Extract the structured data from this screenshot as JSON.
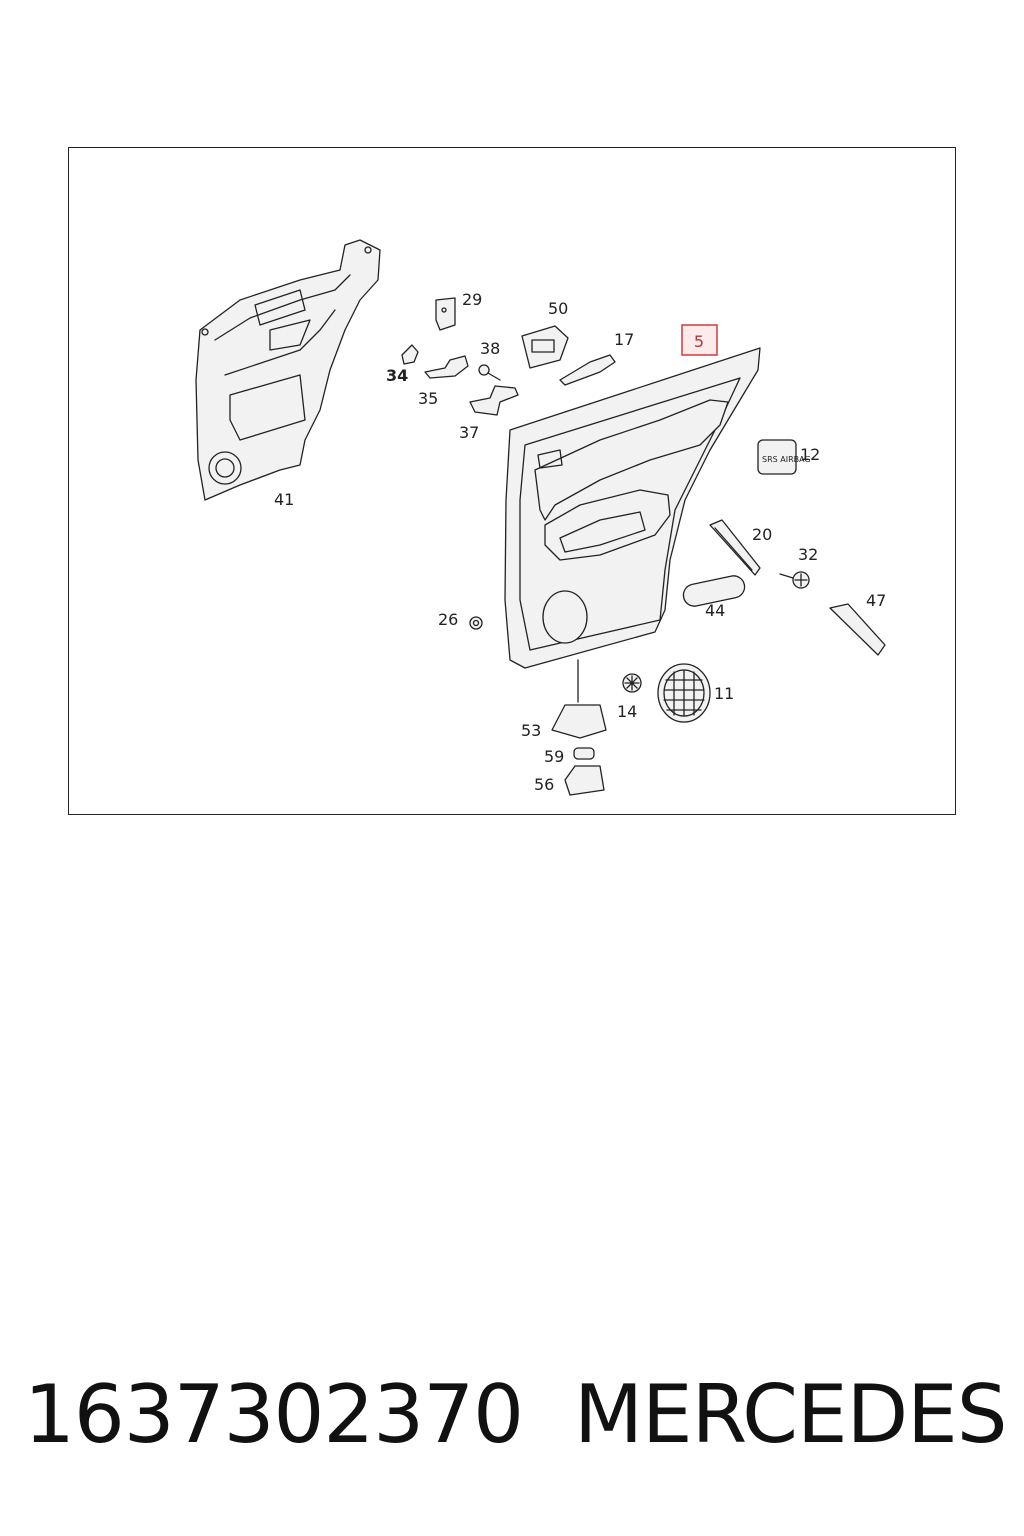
{
  "diagram": {
    "highlighted_part": "5",
    "callouts": {
      "c29": "29",
      "c50": "50",
      "c17": "17",
      "c38": "38",
      "c34": "34",
      "c35": "35",
      "c37": "37",
      "c41": "41",
      "c12": "12",
      "c20": "20",
      "c32": "32",
      "c47": "47",
      "c44": "44",
      "c26": "26",
      "c14": "14",
      "c11": "11",
      "c53": "53",
      "c59": "59",
      "c56": "56"
    },
    "airbag_label": "SRS AIRBAG"
  },
  "footer": {
    "part_number": "1637302370",
    "brand": "MERCEDES"
  }
}
